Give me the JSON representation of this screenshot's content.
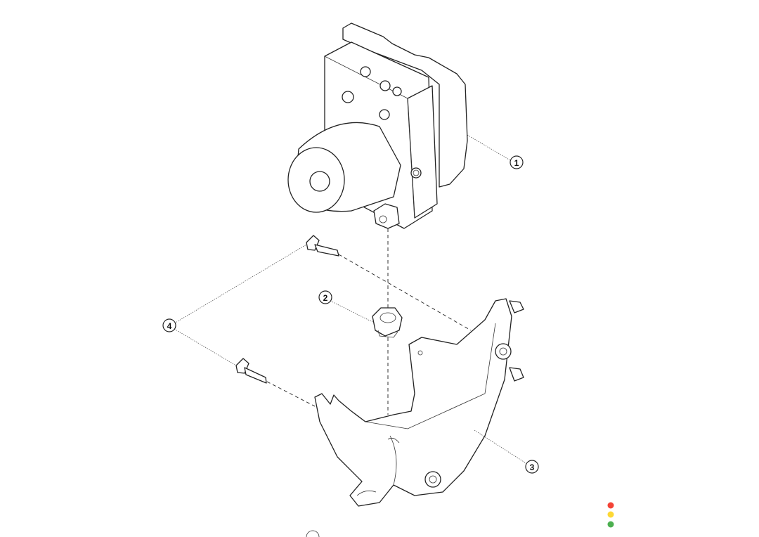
{
  "diagram": {
    "callouts": [
      {
        "label": "1",
        "part": "abs-modulator-unit"
      },
      {
        "label": "2",
        "part": "nut"
      },
      {
        "label": "3",
        "part": "mounting-bracket"
      },
      {
        "label": "4",
        "part": "bolt"
      }
    ],
    "status_dots": {
      "red": "#f44336",
      "yellow": "#fdd835",
      "green": "#4caf50"
    }
  }
}
